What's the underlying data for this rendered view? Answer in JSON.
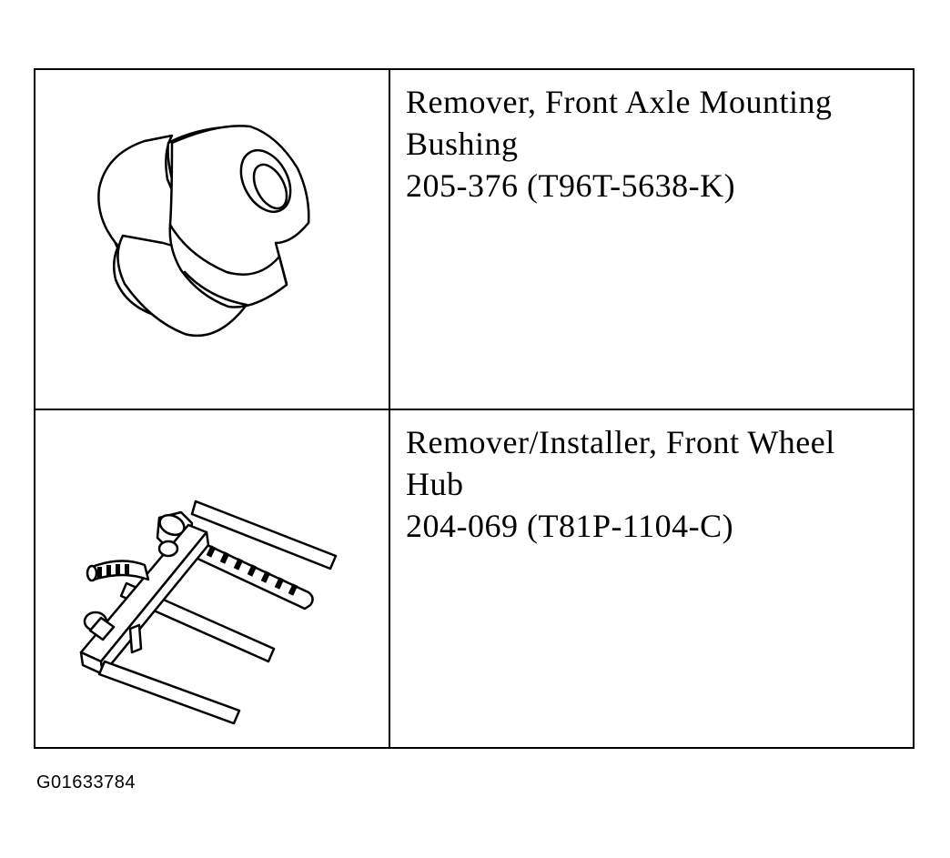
{
  "tools": [
    {
      "illustration_icon": "bushing-remover-icon",
      "name_line1": "Remover, Front Axle Mounting",
      "name_line2": "Bushing",
      "part_number": "205-376 (T96T-5638-K)"
    },
    {
      "illustration_icon": "hub-puller-icon",
      "name_line1": "Remover/Installer, Front Wheel",
      "name_line2": "Hub",
      "part_number": "204-069 (T81P-1104-C)"
    }
  ],
  "figure_id": "G01633784"
}
